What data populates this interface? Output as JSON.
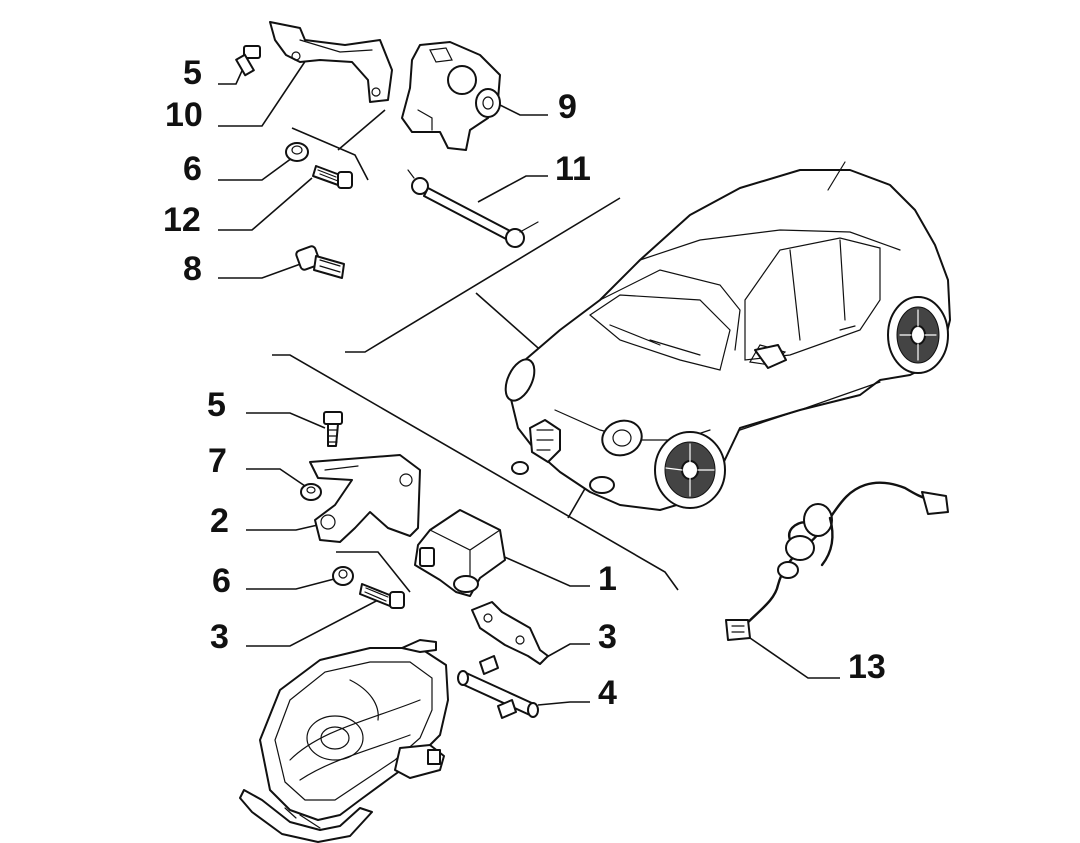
{
  "callouts": [
    {
      "id": "c5a",
      "label": "5"
    },
    {
      "id": "c10",
      "label": "10"
    },
    {
      "id": "c9",
      "label": "9"
    },
    {
      "id": "c6a",
      "label": "6"
    },
    {
      "id": "c11",
      "label": "11"
    },
    {
      "id": "c12",
      "label": "12"
    },
    {
      "id": "c8",
      "label": "8"
    },
    {
      "id": "c5b",
      "label": "5"
    },
    {
      "id": "c7",
      "label": "7"
    },
    {
      "id": "c2",
      "label": "2"
    },
    {
      "id": "c1",
      "label": "1"
    },
    {
      "id": "c6b",
      "label": "6"
    },
    {
      "id": "c3a",
      "label": "3"
    },
    {
      "id": "c3b",
      "label": "3"
    },
    {
      "id": "c4",
      "label": "4"
    },
    {
      "id": "c13",
      "label": "13"
    }
  ]
}
